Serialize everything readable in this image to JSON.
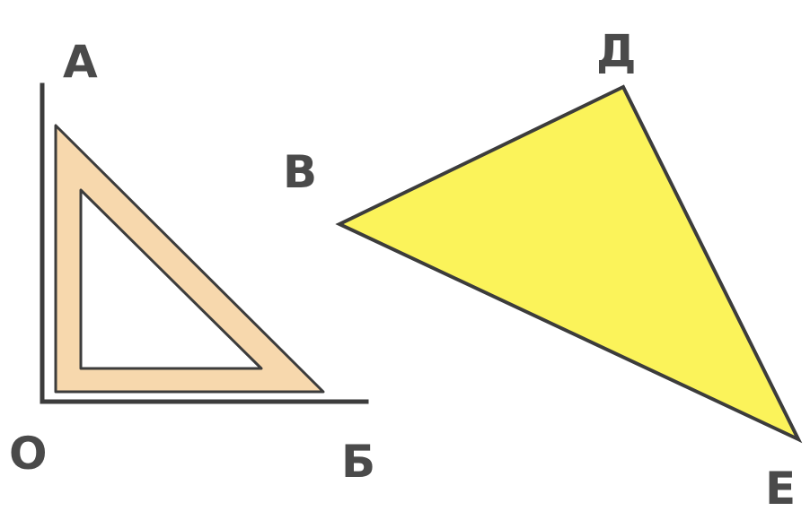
{
  "labels": {
    "a": "А",
    "b": "Б",
    "o": "О",
    "v": "В",
    "d": "Д",
    "e": "Е"
  },
  "colors": {
    "ruler_fill": "#f7d8ad",
    "triangle_fill": "#fbf35a",
    "line": "#3c3c3c",
    "label": "#4a4a4a",
    "background": "#ffffff"
  }
}
